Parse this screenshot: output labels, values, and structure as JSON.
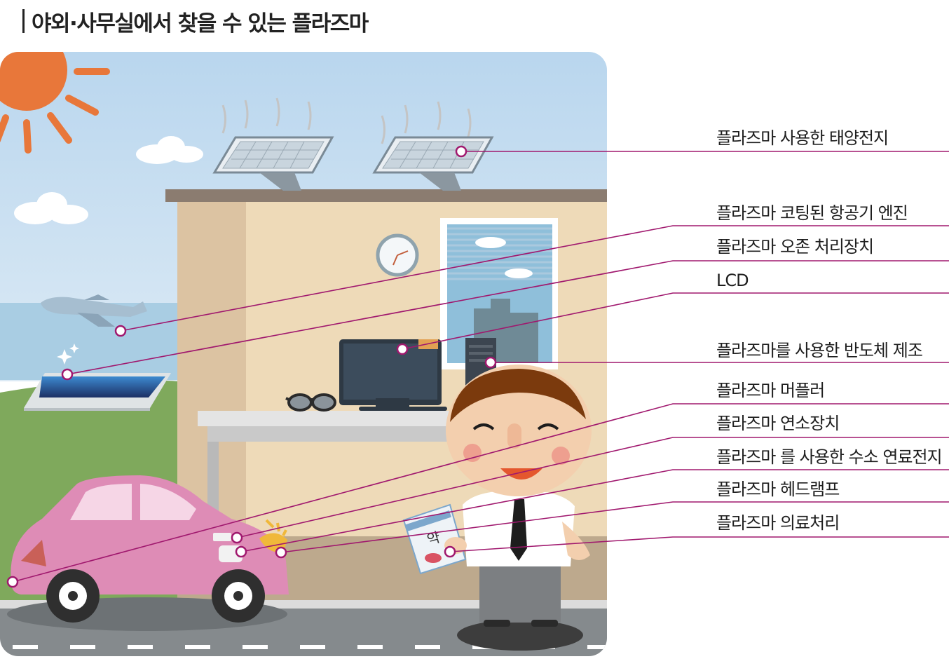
{
  "title": "야외·사무실에서 찾을 수 있는 플라즈마",
  "labels": [
    {
      "text": "플라즈마 사용한 태양전지"
    },
    {
      "text": "플라즈마 코팅된 항공기 엔진"
    },
    {
      "text": "플라즈마 오존 처리장치"
    },
    {
      "text": "LCD"
    },
    {
      "text": "플라즈마를 사용한 반도체 제조"
    },
    {
      "text": "플라즈마 머플러"
    },
    {
      "text": "플라즈마 연소장치"
    },
    {
      "text": "플라즈마 를 사용한 수소 연료전지"
    },
    {
      "text": "플라즈마 헤드램프"
    },
    {
      "text": "플라즈마 의료처리"
    }
  ],
  "medicine_bag_text": "약",
  "colors": {
    "leader_line": "#a0186e",
    "sky": "#c6dff0",
    "wall": "#eedab8",
    "car": "#de8cb6",
    "sun": "#e8773a"
  }
}
